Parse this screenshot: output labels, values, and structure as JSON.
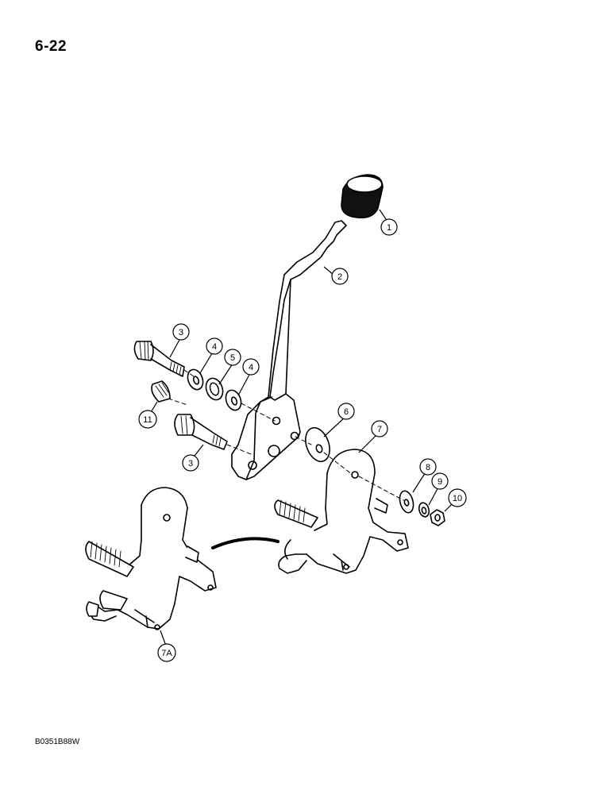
{
  "page_number": "6-22",
  "figure_code": "B0351B88W",
  "callouts": [
    {
      "id": "c1",
      "label": "1"
    },
    {
      "id": "c2",
      "label": "2"
    },
    {
      "id": "c3a",
      "label": "3"
    },
    {
      "id": "c3b",
      "label": "3"
    },
    {
      "id": "c4a",
      "label": "4"
    },
    {
      "id": "c4b",
      "label": "4"
    },
    {
      "id": "c5",
      "label": "5"
    },
    {
      "id": "c6",
      "label": "6"
    },
    {
      "id": "c7",
      "label": "7"
    },
    {
      "id": "c7a",
      "label": "7A"
    },
    {
      "id": "c8",
      "label": "8"
    },
    {
      "id": "c9",
      "label": "9"
    },
    {
      "id": "c10",
      "label": "10"
    },
    {
      "id": "c11",
      "label": "11"
    }
  ]
}
